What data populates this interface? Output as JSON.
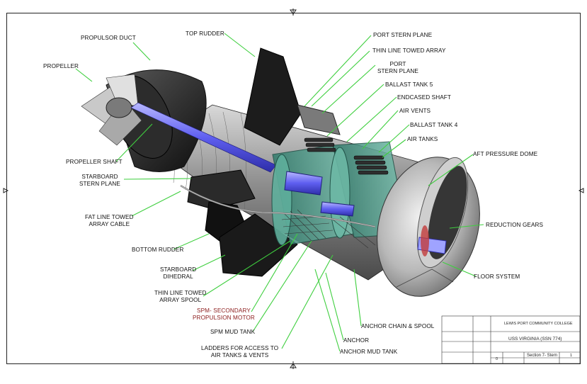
{
  "labels": {
    "propulsor_duct": "PROPULSOR DUCT",
    "propeller": "PROPELLER",
    "top_rudder": "TOP RUDDER",
    "port_stern_plane": "PORT STERN PLANE",
    "thin_line_towed_array": "THIN LINE TOWED ARRAY",
    "port_stern_plane_2": [
      "PORT",
      "STERN PLANE"
    ],
    "ballast_tank_5": "BALLAST TANK 5",
    "endcased_shaft": "ENDCASED SHAFT",
    "air_vents": "AIR VENTS",
    "ballast_tank_4": "BALLAST TANK 4",
    "air_tanks": "AIR TANKS",
    "aft_pressure_dome": "AFT PRESSURE DOME",
    "propeller_shaft": "PROPELLER SHAFT",
    "starboard_stern_plane": [
      "STARBOARD",
      "STERN PLANE"
    ],
    "fat_line_towed_array_cable": [
      "FAT LINE TOWED",
      "ARRAY CABLE"
    ],
    "reduction_gears": "REDUCTION GEARS",
    "bottom_rudder": "BOTTOM RUDDER",
    "starboard_dihedral": [
      "STARBOARD",
      "DIHEDRAL"
    ],
    "floor_system": "FLOOR SYSTEM",
    "thin_line_towed_array_spool": [
      "THIN LINE TOWED",
      "ARRAY SPOOL"
    ],
    "spm_secondary_propulsion_motor": [
      "SPM- SECONDARY",
      "PROPULSION MOTOR"
    ],
    "spm_mud_tank": "SPM MUD TANK",
    "anchor_chain_spool": "ANCHOR CHAIN & SPOOL",
    "anchor": "ANCHOR",
    "ladders": [
      "LADDERS FOR ACCESS TO",
      "AIR TANKS & VENTS"
    ],
    "anchor_mud_tank": "ANCHOR MUD TANK"
  },
  "title_block": {
    "school": "LEWIS PORT COMMUNITY COLLEGE",
    "title": "USS VIRGINIA (SSN 774)",
    "sheet_name": "Section 7- Stern",
    "sheet_no": "0",
    "rev": "1"
  },
  "colors": {
    "leader": "#3fcf3f",
    "hull": "#9c9c9c",
    "shaft": "#6b6bff",
    "tank": "#4fa08e",
    "label_red": "#8b1a1a"
  }
}
